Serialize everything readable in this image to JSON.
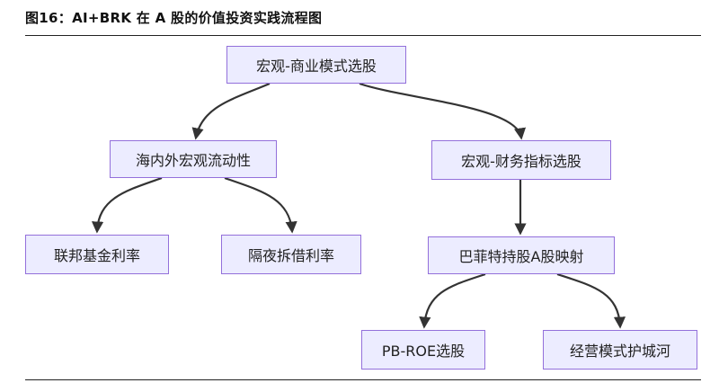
{
  "title": "图16：AI+BRK 在 A 股的价值投资实践流程图",
  "nodes": {
    "root": "宏观-商业模式选股",
    "left": "海内外宏观流动性",
    "right": "宏观-财务指标选股",
    "ll": "联邦基金利率",
    "lr": "隔夜拆借利率",
    "rm": "巴菲特持股A股映射",
    "rml": "PB-ROE选股",
    "rmr": "经营模式护城河"
  },
  "colors": {
    "node_fill": "#ececff",
    "node_border": "#9370db",
    "edge": "#333333"
  }
}
